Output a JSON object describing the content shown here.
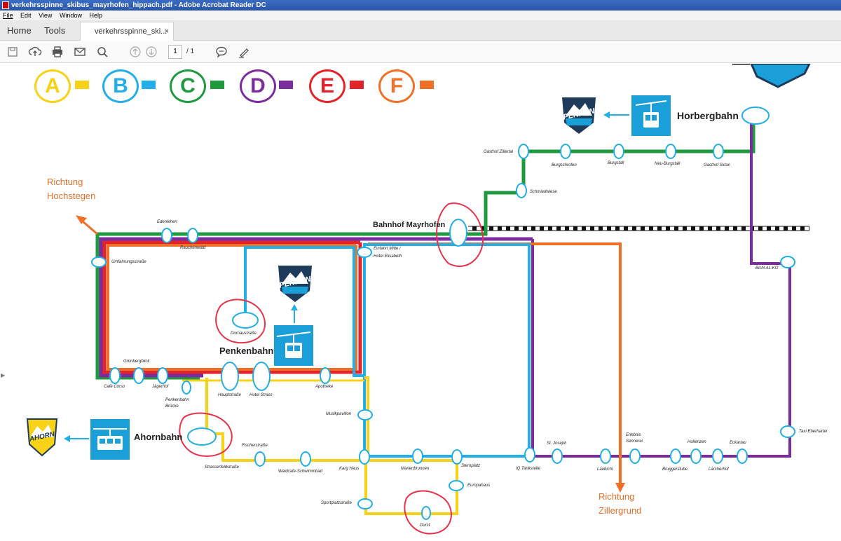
{
  "window": {
    "title": "verkehrsspinne_skibus_mayrhofen_hippach.pdf - Adobe Acrobat Reader DC"
  },
  "menu": [
    "File",
    "Edit",
    "View",
    "Window",
    "Help"
  ],
  "nav": {
    "home": "Home",
    "tools": "Tools"
  },
  "doc_tab": {
    "label": "verkehrsspinne_ski...",
    "close": "×"
  },
  "toolbar": {
    "page_current": "1",
    "page_total": "/ 1"
  },
  "colors": {
    "green": "#1f9a3e",
    "blue": "#22aee6",
    "yellow": "#f7d217",
    "purple": "#7d2c9d",
    "red": "#e42229",
    "orange": "#ef7026",
    "annotation": "#e8324a",
    "lift": "#1a9fd8"
  },
  "legend": [
    {
      "letter": "A",
      "color": "#f7d217"
    },
    {
      "letter": "B",
      "color": "#22aee6"
    },
    {
      "letter": "C",
      "color": "#1f9a3e"
    },
    {
      "letter": "D",
      "color": "#7d2c9d"
    },
    {
      "letter": "E",
      "color": "#e42229"
    },
    {
      "letter": "F",
      "color": "#ef7026"
    }
  ],
  "map": {
    "direction_hochstegen": [
      "Richtung",
      "Hochstegen"
    ],
    "direction_zillergrund": [
      "Richtung",
      "Zillergrund"
    ],
    "horbergbahn": "Horbergbahn",
    "penkenbahn": "Penkenbahn",
    "ahornbahn": "Ahornbahn",
    "bahnhof": "Bahnhof Mayrhofen",
    "penken_logo": "PENKEN",
    "ahorn_logo": "AHORN",
    "stops": {
      "gasthof_zillertal": "Gasthof Zillertal",
      "burgschrofen": "Burgschrofen",
      "burgstall": "Burgstall",
      "neu_burgstall": "Neu-Burgstall",
      "gasthof_sidan": "Gasthof Sidan",
      "schmiedwiese": "Schmiedwiese",
      "edenlehen": "Edenlehen",
      "rauchenwald": "Rauchenwald",
      "umfahrungsstrasse": "Umfahrungsstraße",
      "einfahrt_mitte_1": "Einfahrt Mitte /",
      "einfahrt_mitte_2": "Hotel Elisabeth",
      "dornaustrasse": "Dornaustraße",
      "bichl_alko": "Bichl AL-KO",
      "gruenbergblick": "Grünbergblick",
      "cafe_corso": "Café Corso",
      "jaegerhof": "Jägerhof",
      "penkenbahn_bruecke_1": "Penkenbahn",
      "penkenbahn_bruecke_2": "Brücke",
      "hauptstrasse": "Hauptstraße",
      "hotel_strass": "Hotel Strass",
      "apotheke": "Apotheke",
      "musikpavillon": "Musikpavillon",
      "fischerstrasse": "Fischerstraße",
      "strasserfeldstrasse": "Strasserfeldstraße",
      "waldcafe": "Waldcafe-Schwimmbad",
      "karg_haus": "Karg Haus",
      "marienbrunnen": "Marienbrunnen",
      "sternplatz": "Sternplatz",
      "iq_tankstelle": "IQ Tankstelle",
      "st_joseph": "St. Joseph",
      "laubichl": "Laubichl",
      "erlebnis_sennerei_1": "Erlebnis",
      "erlebnis_sennerei_2": "Sennerei",
      "bruggerstube": "Bruggerstube",
      "hollenzen": "Hollenzen",
      "larcherhof": "Larcherhof",
      "eckartau": "Eckartau",
      "taxi_eberharter": "Taxi Eberharter",
      "europahaus": "Europahaus",
      "sportplatzstrasse": "Sportplatzstraße",
      "durst": "Durst"
    }
  }
}
